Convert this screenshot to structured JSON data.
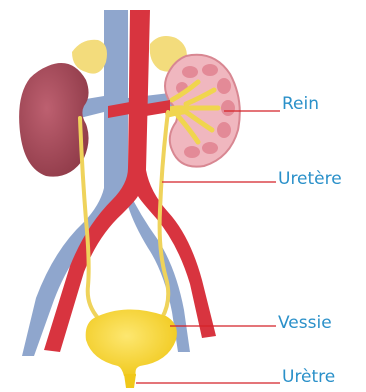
{
  "labels": {
    "rein": "Rein",
    "uretere": "Uretère",
    "vessie": "Vessie",
    "uretre": "Urètre"
  },
  "colors": {
    "label_text": "#2a90c9",
    "leader_line": "#d42027",
    "artery": "#d8343f",
    "vein": "#8fa6cd",
    "kidney_left": "#b0505f",
    "kidney_right_section": "#f0b7bf",
    "adrenal": "#f3dc7c",
    "ureter": "#efd35b",
    "bladder": "#f6d628"
  }
}
